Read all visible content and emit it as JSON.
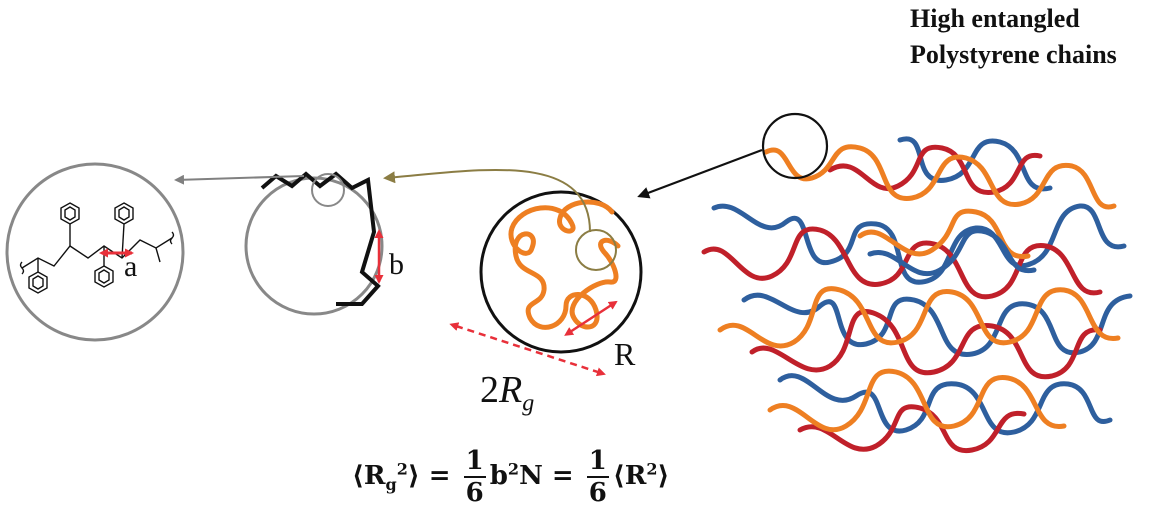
{
  "title": {
    "line1": "High entangled",
    "line2": "Polystyrene chains"
  },
  "labels": {
    "monomer_length": "a",
    "segment_length": "b",
    "end_to_end": "R",
    "two": "2",
    "gyration_symbol": "R",
    "gyration_subscript": "g"
  },
  "equation": {
    "lhs": "⟨R",
    "lhs_sub": "g",
    "lhs_sup": "2",
    "lhs_close": "⟩",
    "equals1": "=",
    "frac1_num": "1",
    "frac1_den": "6",
    "middle": "b",
    "middle_sup": "2",
    "middle_tail": "N",
    "equals2": "=",
    "frac2_num": "1",
    "frac2_den": "6",
    "rhs": "⟨R",
    "rhs_sup": "2",
    "rhs_close": "⟩"
  },
  "colors": {
    "chain_red": "#c0202a",
    "chain_blue": "#2e5f9e",
    "chain_orange": "#ee7f22",
    "arrow_gray": "#808080",
    "arrow_olive": "#8b7d44",
    "marker_red": "#e8303a",
    "outline_gray": "#888888"
  }
}
